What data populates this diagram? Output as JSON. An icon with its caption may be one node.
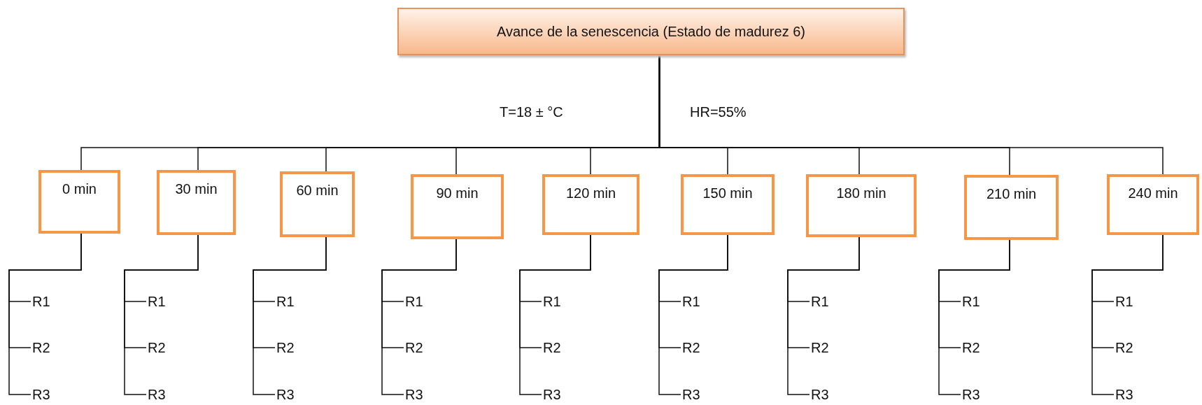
{
  "diagram": {
    "nodes": [
      {
        "text": [
          "Avance de la senescencia (Estado de madurez 6)"
        ]
      },
      {
        "text": [
          "0 min"
        ]
      },
      {
        "text": [
          "30 min"
        ]
      },
      {
        "text": [
          "60 min"
        ]
      },
      {
        "text": [
          "90 min"
        ]
      },
      {
        "text": [
          "120 min"
        ]
      },
      {
        "text": [
          "150 min"
        ]
      },
      {
        "text": [
          "180 min"
        ]
      },
      {
        "text": [
          "210 min"
        ]
      },
      {
        "text": [
          "240 min"
        ]
      },
      {
        "text": [
          "R1"
        ]
      },
      {
        "text": [
          "R2"
        ]
      },
      {
        "text": [
          "R3"
        ]
      },
      {
        "text": [
          "R1"
        ]
      },
      {
        "text": [
          "R2"
        ]
      },
      {
        "text": [
          "R3"
        ]
      },
      {
        "text": [
          "R1"
        ]
      },
      {
        "text": [
          "R2"
        ]
      },
      {
        "text": [
          "R3"
        ]
      },
      {
        "text": [
          "R1"
        ]
      },
      {
        "text": [
          "R2"
        ]
      },
      {
        "text": [
          "R3"
        ]
      },
      {
        "text": [
          "R1"
        ]
      },
      {
        "text": [
          "R2"
        ]
      },
      {
        "text": [
          "R3"
        ]
      },
      {
        "text": [
          "R1"
        ]
      },
      {
        "text": [
          "R2"
        ]
      },
      {
        "text": [
          "R3"
        ]
      },
      {
        "text": [
          "R1"
        ]
      },
      {
        "text": [
          "R2"
        ]
      },
      {
        "text": [
          "R3"
        ]
      },
      {
        "text": [
          "R1"
        ]
      },
      {
        "text": [
          "R2"
        ]
      },
      {
        "text": [
          "R3"
        ]
      },
      {
        "text": [
          "R1"
        ]
      },
      {
        "text": [
          "R2"
        ]
      },
      {
        "text": [
          "R3"
        ]
      }
    ],
    "edges": [
      {
        "from": 0,
        "to": 1,
        "arrow": "none"
      },
      {
        "from": 0,
        "to": 2,
        "arrow": "none"
      },
      {
        "from": 0,
        "to": 3,
        "arrow": "none"
      },
      {
        "from": 0,
        "to": 4,
        "arrow": "none"
      },
      {
        "from": 0,
        "to": 5,
        "arrow": "none"
      },
      {
        "from": 0,
        "to": 6,
        "arrow": "none"
      },
      {
        "from": 0,
        "to": 7,
        "arrow": "none"
      },
      {
        "from": 0,
        "to": 8,
        "arrow": "none"
      },
      {
        "from": 0,
        "to": 9,
        "arrow": "none"
      },
      {
        "from": 1,
        "to": 10,
        "arrow": "none"
      },
      {
        "from": 1,
        "to": 11,
        "arrow": "none"
      },
      {
        "from": 1,
        "to": 12,
        "arrow": "none"
      },
      {
        "from": 2,
        "to": 13,
        "arrow": "none"
      },
      {
        "from": 2,
        "to": 14,
        "arrow": "none"
      },
      {
        "from": 2,
        "to": 15,
        "arrow": "none"
      },
      {
        "from": 3,
        "to": 16,
        "arrow": "none"
      },
      {
        "from": 3,
        "to": 17,
        "arrow": "none"
      },
      {
        "from": 3,
        "to": 18,
        "arrow": "none"
      },
      {
        "from": 4,
        "to": 19,
        "arrow": "none"
      },
      {
        "from": 4,
        "to": 20,
        "arrow": "none"
      },
      {
        "from": 4,
        "to": 21,
        "arrow": "none"
      },
      {
        "from": 5,
        "to": 22,
        "arrow": "none"
      },
      {
        "from": 5,
        "to": 23,
        "arrow": "none"
      },
      {
        "from": 5,
        "to": 24,
        "arrow": "none"
      },
      {
        "from": 6,
        "to": 25,
        "arrow": "none"
      },
      {
        "from": 6,
        "to": 26,
        "arrow": "none"
      },
      {
        "from": 6,
        "to": 27,
        "arrow": "none"
      },
      {
        "from": 7,
        "to": 28,
        "arrow": "none"
      },
      {
        "from": 7,
        "to": 29,
        "arrow": "none"
      },
      {
        "from": 7,
        "to": 30,
        "arrow": "none"
      },
      {
        "from": 8,
        "to": 31,
        "arrow": "none"
      },
      {
        "from": 8,
        "to": 32,
        "arrow": "none"
      },
      {
        "from": 8,
        "to": 33,
        "arrow": "none"
      },
      {
        "from": 9,
        "to": 34,
        "arrow": "none"
      },
      {
        "from": 9,
        "to": 35,
        "arrow": "none"
      },
      {
        "from": 9,
        "to": 36,
        "arrow": "none"
      }
    ],
    "labels": [
      "T=18 ± °C",
      "HR=55%"
    ]
  }
}
